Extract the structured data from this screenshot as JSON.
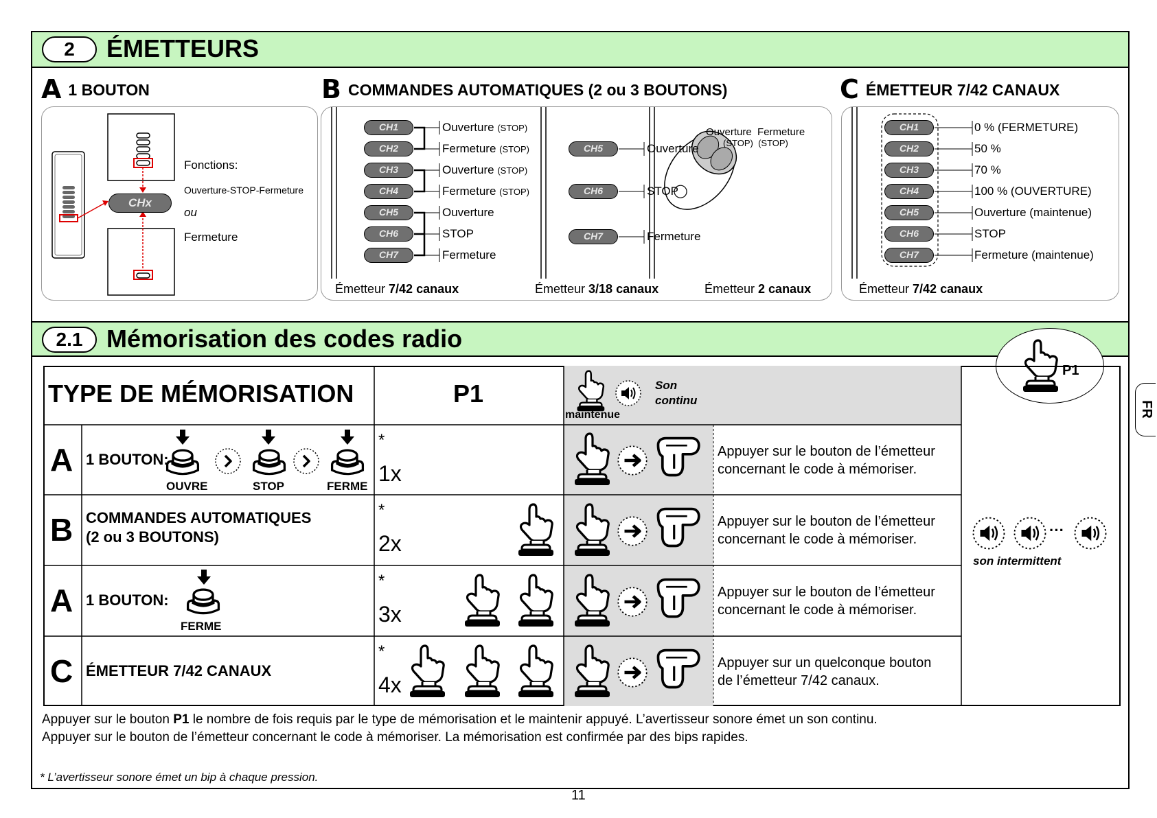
{
  "section2": {
    "number": "2",
    "title": "ÉMETTEURS"
  },
  "sectionA": {
    "letter": "A",
    "title": "1 BOUTON",
    "fonctions": "Fonctions:",
    "mode1": "Ouverture-STOP-Fermeture",
    "ou": "ou",
    "mode2": "Fermeture",
    "chx": "CHx"
  },
  "sectionB": {
    "letter": "B",
    "title": "COMMANDES AUTOMATIQUES (2 ou 3 BOUTONS)",
    "col1": {
      "channels": [
        "CH1",
        "CH2",
        "CH3",
        "CH4",
        "CH5",
        "CH6",
        "CH7"
      ],
      "labels": [
        "Ouverture",
        "Fermeture",
        "Ouverture",
        "Fermeture",
        "Ouverture",
        "STOP",
        "Fermeture"
      ],
      "stop": "(STOP)",
      "footer_prefix": "Émetteur ",
      "footer_bold": "7/42 canaux"
    },
    "col2": {
      "channels": [
        "CH5",
        "CH6",
        "CH7"
      ],
      "labels": [
        "Ouverture",
        "STOP",
        "Fermeture"
      ],
      "footer_prefix": "Émetteur ",
      "footer_bold": "3/18 canaux"
    },
    "col3": {
      "ouverture": "Ouverture",
      "fermeture": "Fermeture",
      "stop1": "(STOP)",
      "stop2": "(STOP)",
      "footer_prefix": "Émetteur ",
      "footer_bold": "2 canaux"
    }
  },
  "sectionC": {
    "letter": "C",
    "title": "ÉMETTEUR 7/42 CANAUX",
    "channels": [
      "CH1",
      "CH2",
      "CH3",
      "CH4",
      "CH5",
      "CH6",
      "CH7"
    ],
    "labels": [
      "0 % (FERMETURE)",
      "50 %",
      "70 %",
      "100 % (OUVERTURE)",
      "Ouverture (maintenue)",
      "STOP",
      "Fermeture (maintenue)"
    ],
    "footer_prefix": "Émetteur ",
    "footer_bold": "7/42 canaux"
  },
  "section21": {
    "number": "2.1",
    "title": "Mémorisation des codes radio",
    "p1": "P1"
  },
  "table": {
    "header": "TYPE DE MÉMORISATION",
    "p1": "P1",
    "maintenue": "maintenue",
    "son": "Son",
    "continu": "continu",
    "son_intermittent": "son intermittent",
    "rows": [
      {
        "letter": "A",
        "title": "1 BOUTON:",
        "star": "*",
        "count": "1x",
        "text1": "Appuyer sur le bouton de l’émetteur",
        "text2": "concernant le code à mémoriser.",
        "labels": [
          "OUVRE",
          "STOP",
          "FERME"
        ]
      },
      {
        "letter": "B",
        "title": "COMMANDES AUTOMATIQUES",
        "title2": "(2 ou 3 BOUTONS)",
        "star": "*",
        "count": "2x",
        "text1": "Appuyer sur le bouton de l’émetteur",
        "text2": "concernant le code à mémoriser."
      },
      {
        "letter": "A",
        "title": "1 BOUTON:",
        "star": "*",
        "count": "3x",
        "text1": "Appuyer sur le bouton de l’émetteur",
        "text2": "concernant le code à mémoriser.",
        "labels": [
          "FERME"
        ]
      },
      {
        "letter": "C",
        "title": "ÉMETTEUR 7/42 CANAUX",
        "star": "*",
        "count": "4x",
        "text1": "Appuyer sur un quelconque bouton",
        "text2": "de l’émetteur 7/42 canaux."
      }
    ]
  },
  "instructions": {
    "line1_a": "Appuyer sur le bouton ",
    "line1_b": "P1",
    "line1_c": " le nombre de fois requis par le type de mémorisation et le maintenir appuyé. L’avertisseur sonore émet un son continu.",
    "line2": "Appuyer sur le bouton de l’émetteur concernant le code à mémoriser. La mémorisation est confirmée par des bips rapides.",
    "note": "* L’avertisseur sonore émet un bip à chaque pression."
  },
  "side_tab": "FR",
  "page_number": "11"
}
